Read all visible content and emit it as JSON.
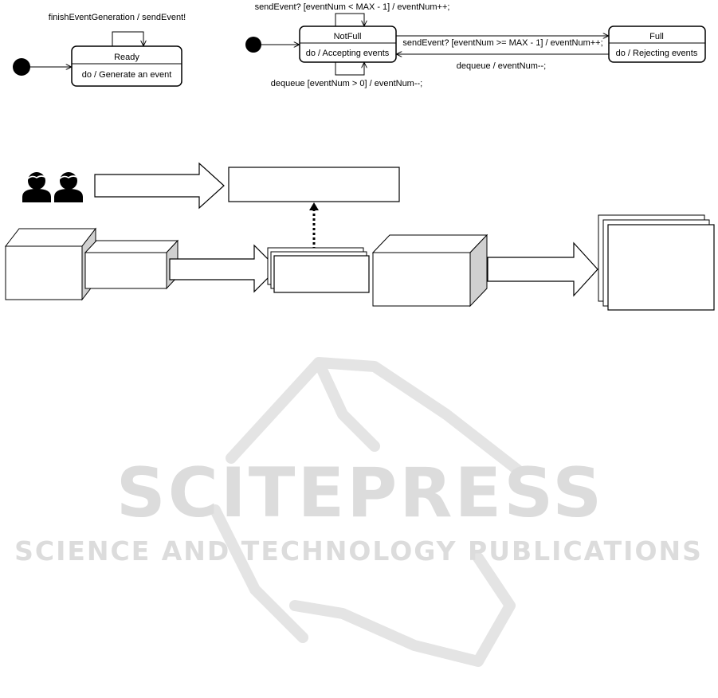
{
  "watermark": {
    "title": "SCITEPRESS",
    "subtitle": "SCIENCE AND TECHNOLOGY PUBLICATIONS"
  },
  "generator_statechart": {
    "self_transition_label": "finishEventGeneration / sendEvent!",
    "state_name": "Ready",
    "state_activity": "do / Generate an event"
  },
  "queue_statechart": {
    "state_notfull_name": "NotFull",
    "state_notfull_activity": "do / Accepting events",
    "state_full_name": "Full",
    "state_full_activity": "do / Rejecting events",
    "self_top_label": "sendEvent? [eventNum < MAX - 1] / eventNum++;",
    "self_bottom_label": "dequeue [eventNum > 0] / eventNum--;",
    "to_full_label": "sendEvent? [eventNum >= MAX - 1] / eventNum++;",
    "to_notfull_label": "dequeue / eventNum--;"
  },
  "colors": {
    "stroke": "#000000",
    "box_side": "#d0d0d0",
    "watermark": "#dcdcdc"
  },
  "icons": [
    "person-icon",
    "person-icon"
  ]
}
